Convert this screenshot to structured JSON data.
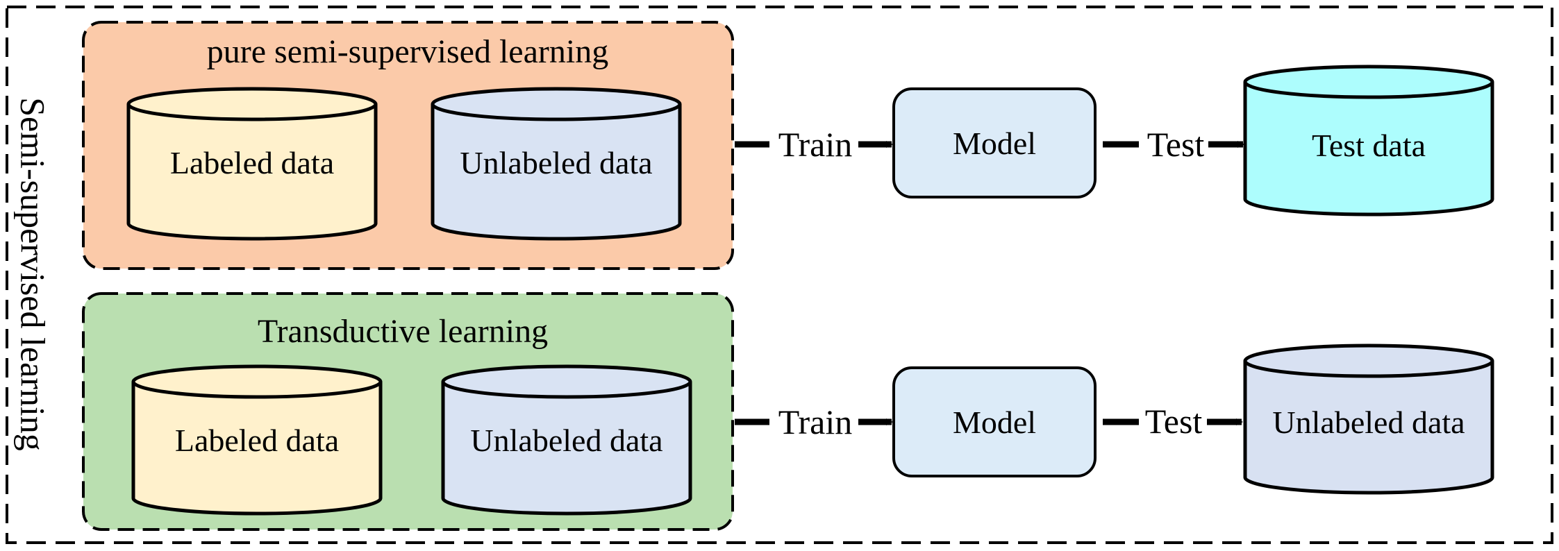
{
  "diagram": {
    "side_label": "Semi-supervised learning",
    "top_group": {
      "title": "pure semi-supervised learning",
      "fill": "#fbcaa9",
      "stores": [
        "Labeled data",
        "Unlabeled data"
      ]
    },
    "bottom_group": {
      "title": "Transductive learning",
      "fill": "#badfb0",
      "stores": [
        "Labeled data",
        "Unlabeled data"
      ]
    },
    "top_flow": {
      "train_label": "Train",
      "model_label": "Model",
      "test_label": "Test",
      "target_label": "Test data",
      "target_fill": "#adfdfd"
    },
    "bottom_flow": {
      "train_label": "Train",
      "model_label": "Model",
      "test_label": "Test",
      "target_label": "Unlabeled data",
      "target_fill": "#d8e1f2"
    },
    "colors": {
      "labeled_fill": "#fff1cc",
      "unlabeled_fill": "#d9e3f3",
      "model_fill": "#dcebf8",
      "stroke": "#000000"
    }
  }
}
